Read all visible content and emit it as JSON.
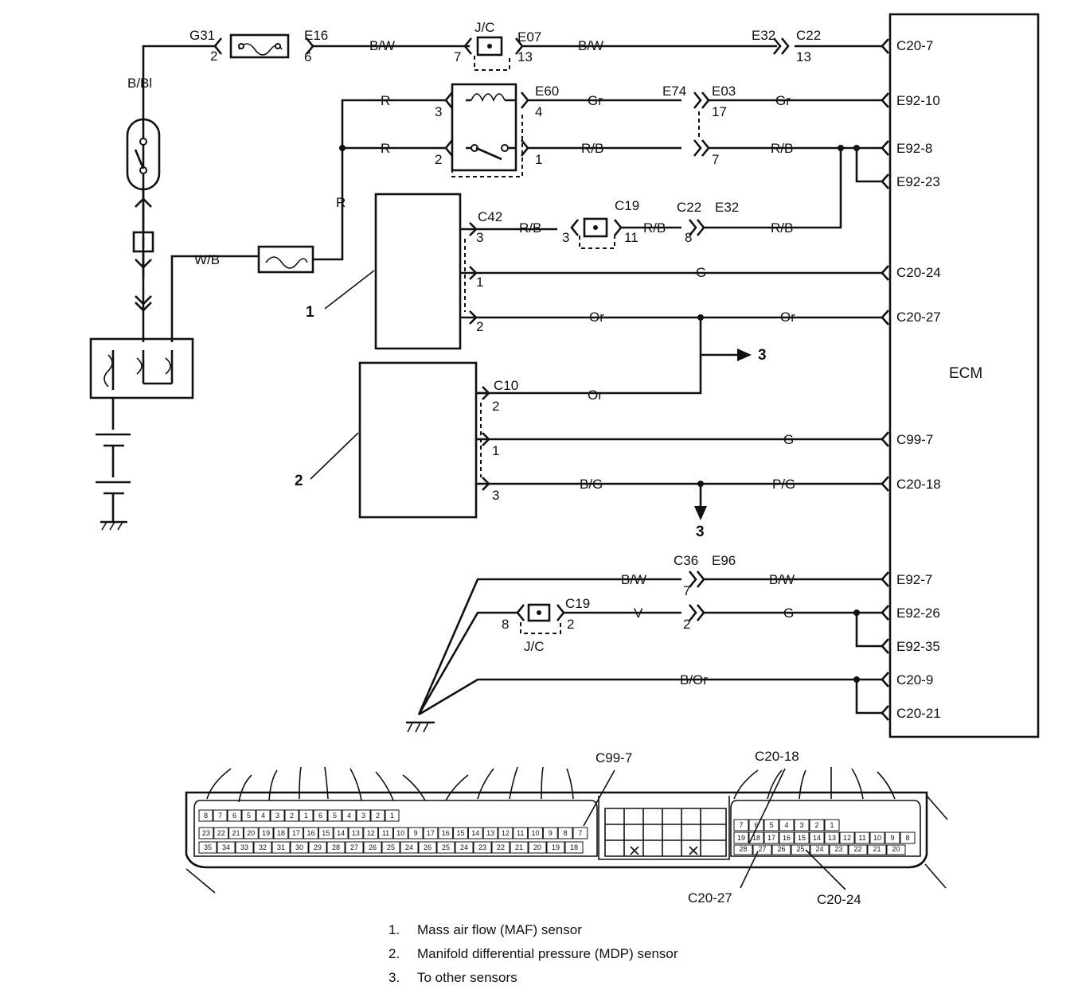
{
  "ecm": {
    "label": "ECM"
  },
  "connectors": {
    "g31": "G31",
    "e16": "E16",
    "jc": "J/C",
    "e07": "E07",
    "e32": "E32",
    "c22": "C22",
    "e60": "E60",
    "e74": "E74",
    "e03": "E03",
    "c42": "C42",
    "c19": "C19",
    "c10": "C10",
    "c36": "C36",
    "e96": "E96"
  },
  "wires": {
    "bw": "B/W",
    "bbl": "B/Bl",
    "wb": "W/B",
    "r": "R",
    "gr": "Gr",
    "rb": "R/B",
    "g": "G",
    "or": "Or",
    "bg": "B/G",
    "pg": "P/G",
    "v": "V",
    "bor": "B/Or"
  },
  "ecm_terminals": [
    "C20-7",
    "E92-10",
    "E92-8",
    "E92-23",
    "C20-24",
    "C20-27",
    "C99-7",
    "C20-18",
    "E92-7",
    "E92-26",
    "E92-35",
    "C20-9",
    "C20-21"
  ],
  "pins": {
    "p2": "2",
    "p6": "6",
    "p7": "7",
    "p13": "13",
    "p3": "3",
    "p4": "4",
    "p1": "1",
    "p17": "17",
    "p11": "11",
    "p8": "8"
  },
  "markers": {
    "m1": "1",
    "m2": "2",
    "m3": "3"
  },
  "callouts": {
    "c99_7": "C99-7",
    "c20_18": "C20-18",
    "c20_27": "C20-27",
    "c20_24": "C20-24"
  },
  "pin_numbers": {
    "left_row1": [
      "8",
      "7",
      "6",
      "5",
      "4",
      "3",
      "2",
      "1",
      "6",
      "5",
      "4",
      "3",
      "2",
      "1"
    ],
    "left_row2": [
      "23",
      "22",
      "21",
      "20",
      "19",
      "18",
      "17",
      "16",
      "15",
      "14",
      "13",
      "12",
      "11",
      "10",
      "9",
      "17",
      "16",
      "15",
      "14",
      "13",
      "12",
      "11",
      "10",
      "9",
      "8",
      "7"
    ],
    "left_row3": [
      "35",
      "34",
      "33",
      "32",
      "31",
      "30",
      "29",
      "28",
      "27",
      "26",
      "25",
      "24",
      "26",
      "25",
      "24",
      "23",
      "22",
      "21",
      "20",
      "19",
      "18"
    ],
    "right_row1": [
      "7",
      "6",
      "5",
      "4",
      "3",
      "2",
      "1"
    ],
    "right_row2": [
      "19",
      "18",
      "17",
      "16",
      "15",
      "14",
      "13",
      "12",
      "11",
      "10",
      "9",
      "8"
    ],
    "right_row3": [
      "28",
      "27",
      "26",
      "25",
      "24",
      "23",
      "22",
      "21",
      "20"
    ]
  },
  "legend": [
    {
      "num": "1.",
      "text": "Mass air flow (MAF) sensor"
    },
    {
      "num": "2.",
      "text": "Manifold differential pressure (MDP) sensor"
    },
    {
      "num": "3.",
      "text": "To other sensors"
    }
  ]
}
